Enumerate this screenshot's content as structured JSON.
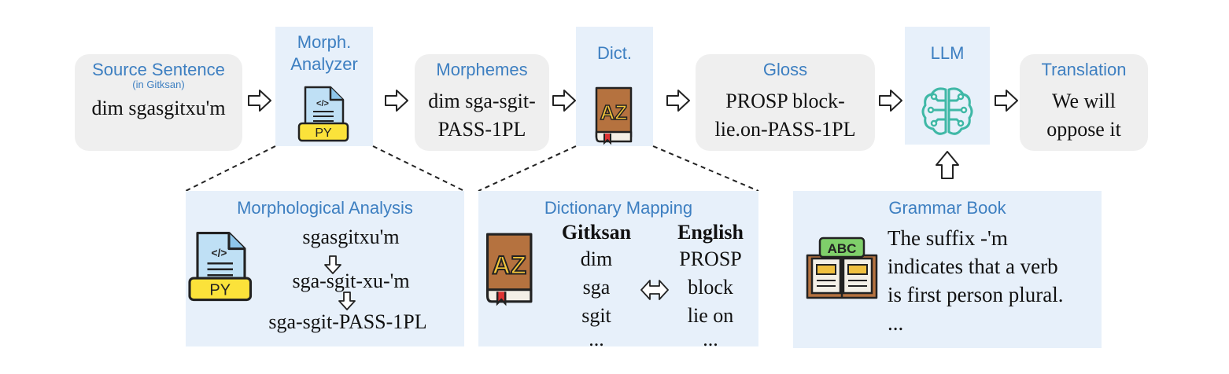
{
  "stages": {
    "source": {
      "title": "Source Sentence",
      "subtitle": "(in Gitksan)",
      "text_a": "dim s",
      "text_u": "g",
      "text_b": "asgitxu'm"
    },
    "morph_analyzer": {
      "title_l1": "Morph.",
      "title_l2": "Analyzer",
      "badge": "PY",
      "code_glyph": "</>"
    },
    "morphemes": {
      "title": "Morphemes",
      "line1": "dim sga-sgit-",
      "line2": "PASS-1PL"
    },
    "dict": {
      "title": "Dict.",
      "book_glyph": "AZ"
    },
    "gloss": {
      "title": "Gloss",
      "line1": "PROSP block-",
      "line2": "lie.on-PASS-1PL"
    },
    "llm": {
      "title": "LLM"
    },
    "translation": {
      "title": "Translation",
      "line1": "We will",
      "line2": "oppose it"
    }
  },
  "details": {
    "morph_analysis": {
      "title": "Morphological Analysis",
      "badge": "PY",
      "steps": [
        {
          "a": "s",
          "u": "g",
          "b": "asgitxu'm"
        },
        {
          "a": "s",
          "u": "g",
          "b": "a-sgit-xu-'m"
        },
        {
          "a": "s",
          "u": "g",
          "b": "a-sgit-PASS-1PL"
        }
      ]
    },
    "dictionary_mapping": {
      "title": "Dictionary Mapping",
      "col_left_header": "Gitksan",
      "col_right_header": "English",
      "left_items": [
        "dim",
        "sga",
        "sgit",
        "..."
      ],
      "right_items": [
        "PROSP",
        "block",
        "lie on",
        "..."
      ],
      "book_glyph": "AZ"
    },
    "grammar_book": {
      "title": "Grammar Book",
      "icon_text": "ABC",
      "lines": [
        "The suffix -'m",
        "indicates that a verb",
        "is first person plural.",
        "..."
      ]
    }
  },
  "colors": {
    "title_blue": "#3d7fc1",
    "gray_box": "#efefef",
    "blue_box": "#e7f0fa",
    "llm_teal": "#3fb8a6",
    "py_yellow": "#fbe23a"
  }
}
